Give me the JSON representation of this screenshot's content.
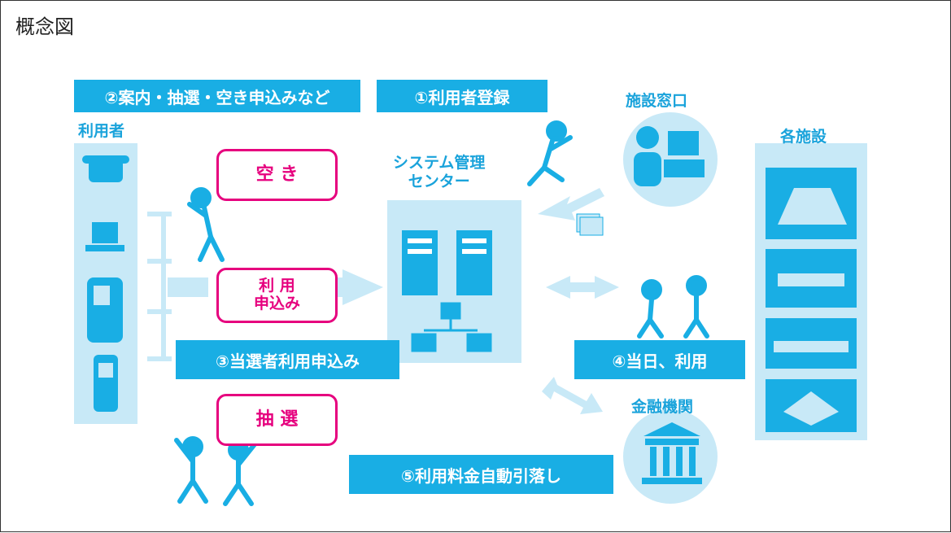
{
  "title": "概念図",
  "banners": {
    "guide": "②案内・抽選・空き申込みなど",
    "register": "①利用者登録",
    "winner": "③当選者利用申込み",
    "sameday": "④当日、利用",
    "debit": "⑤利用料金自動引落し"
  },
  "labels": {
    "users": "利用者",
    "counter": "施設窓口",
    "facilities": "各施設",
    "center": "システム管理\nセンター",
    "bank": "金融機関"
  },
  "callouts": {
    "vacancy": "空 き",
    "apply": "利 用\n申込み",
    "lottery": "抽 選"
  },
  "colors": {
    "accent": "#19aee4",
    "panel": "#c8e9f7",
    "callout": "#e6007e"
  }
}
